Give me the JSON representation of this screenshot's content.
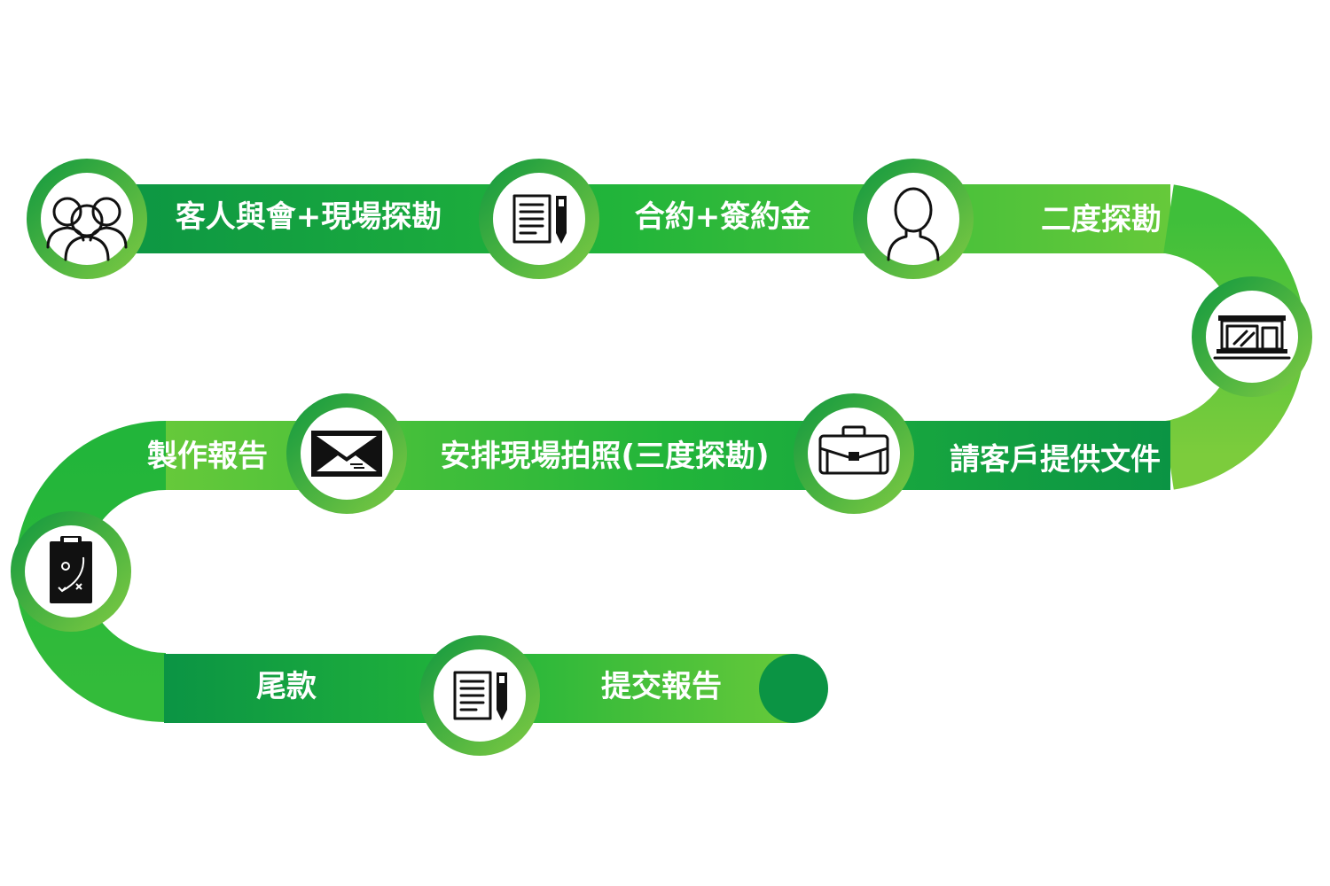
{
  "colors": {
    "band_dark": "#0b9444",
    "band_mid": "#1fb53a",
    "band_light": "#5cc83a",
    "ring_dark": "#17a043",
    "ring_light": "#7cc940",
    "node_fill": "#ffffff"
  },
  "steps": [
    {
      "label": "客人與會+現場探勘",
      "icon": "people-group-icon"
    },
    {
      "label": "合約+簽約金",
      "icon": "document-pen-icon"
    },
    {
      "label": "二度探勘",
      "icon": "person-icon"
    },
    {
      "label": "",
      "icon": "storefront-icon"
    },
    {
      "label": "請客戶提供文件",
      "icon": "briefcase-icon"
    },
    {
      "label": "安排現場拍照(三度探勘)",
      "icon": "envelope-icon"
    },
    {
      "label": "製作報告",
      "icon": ""
    },
    {
      "label": "",
      "icon": "clipboard-plan-icon"
    },
    {
      "label": "尾款",
      "icon": ""
    },
    {
      "label": "提交報告",
      "icon": "document-pen-icon"
    }
  ]
}
